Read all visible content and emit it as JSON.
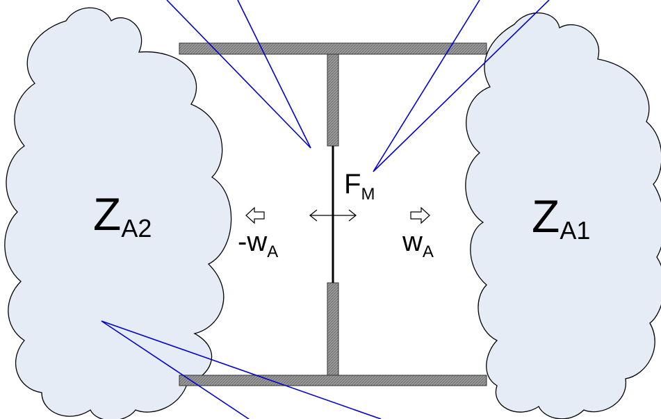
{
  "labels": {
    "zone_left": {
      "main": "Z",
      "sub": "A2"
    },
    "zone_right": {
      "main": "Z",
      "sub": "A1"
    },
    "force": {
      "main": "F",
      "sub": "M"
    },
    "velocity_left": {
      "main": "-w",
      "sub": "A"
    },
    "velocity_right": {
      "main": "w",
      "sub": "A"
    }
  },
  "colors": {
    "cloud_fill": "#e6ecf6",
    "cloud_stroke": "#000000",
    "wall_fill": "#8a8a8a",
    "leader_line": "#0000d0",
    "membrane": "#000000"
  },
  "icons": {
    "left_arrow": "hollow-arrow-left-icon",
    "right_arrow": "hollow-arrow-right-icon",
    "double_arrow": "double-arrow-icon"
  }
}
